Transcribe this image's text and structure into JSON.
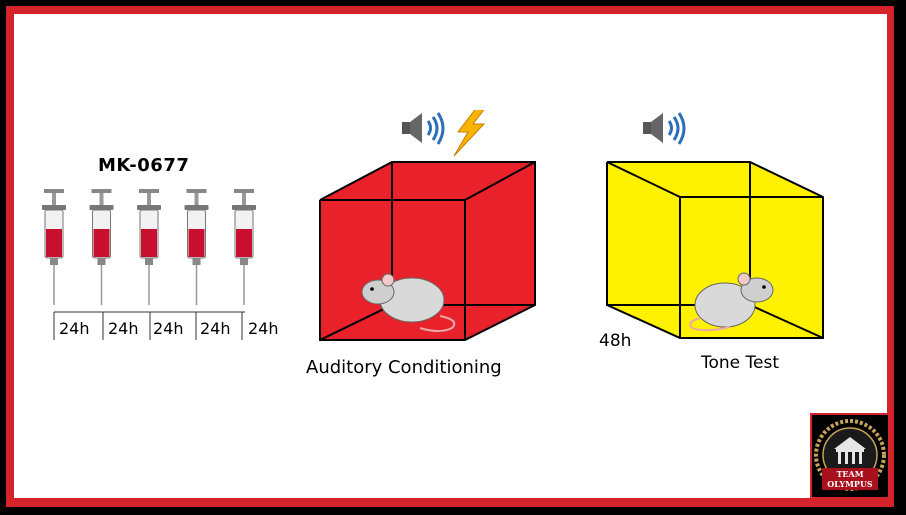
{
  "drug": {
    "name": "MK-0677",
    "injection_count": 5
  },
  "intervals": [
    "24h",
    "24h",
    "24h",
    "24h",
    "24h"
  ],
  "conditioning": {
    "label": "Auditory Conditioning",
    "box_color": "#e8212a",
    "icons": [
      "speaker-icon",
      "lightning-icon"
    ]
  },
  "test": {
    "delay": "48h",
    "label": "Tone Test",
    "box_color": "#fff200",
    "icons": [
      "speaker-icon"
    ]
  },
  "logo": {
    "line1": "TEAM",
    "line2": "OLYMPUS"
  },
  "colors": {
    "frame": "#d4232a",
    "syringe_fluid": "#c8102e",
    "logo_gold": "#c9a25a"
  }
}
